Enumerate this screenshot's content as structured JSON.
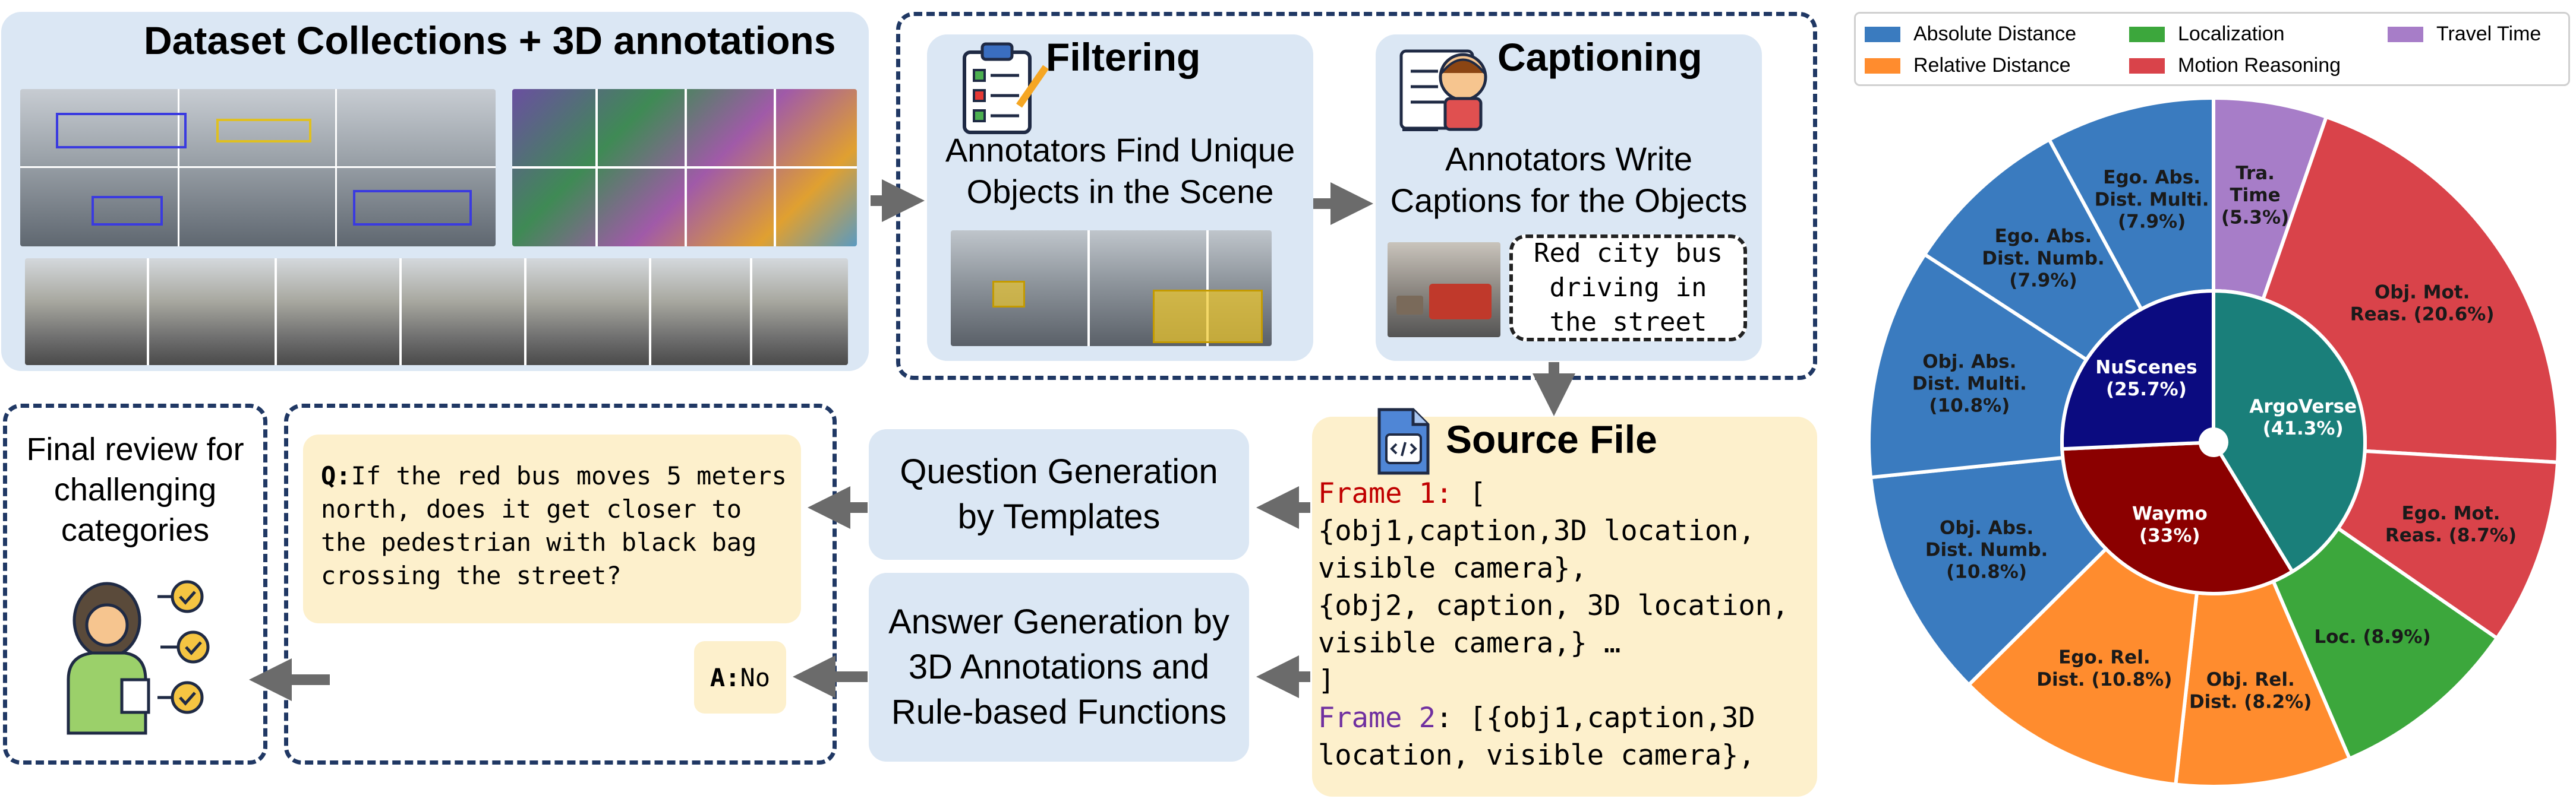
{
  "pipeline": {
    "dataset": {
      "title": "Dataset Collections + 3D annotations"
    },
    "filtering": {
      "title": "Filtering",
      "body": "Annotators Find Unique Objects in the Scene"
    },
    "captioning": {
      "title": "Captioning",
      "body": "Annotators Write Captions for the Objects",
      "caption_box": "Red city bus driving in the street"
    },
    "source_file": {
      "title": "Source File",
      "frame1_label": "Frame 1:",
      "frame1_open": " [",
      "lines": [
        "{obj1,caption,3D location,",
        "visible camera},",
        "{obj2, caption, 3D location,",
        "visible camera,} …",
        "]"
      ],
      "frame2_label": "Frame 2",
      "frame2_rest": ": [{obj1,caption,3D",
      "last_line": "location, visible camera},"
    },
    "question_generation": {
      "label": "Question Generation by Templates"
    },
    "answer_generation": {
      "label": "Answer Generation by 3D Annotations and Rule-based Functions"
    },
    "qa": {
      "q_prefix": "Q:",
      "q_text": "If the red bus moves 5 meters north, does it get closer to the pedestrian with black bag crossing the street?",
      "a_prefix": "A:",
      "a_text": "No"
    },
    "final_review": {
      "label": "Final review for challenging categories"
    }
  },
  "icons": [
    "clipboard-checklist-icon",
    "annotator-caption-icon",
    "source-file-icon",
    "reviewer-person-icon"
  ],
  "chart_data": {
    "type": "pie",
    "legend_position": "top",
    "legend": [
      {
        "label": "Absolute Distance",
        "color": "#3a7bbf"
      },
      {
        "label": "Localization",
        "color": "#3ca73c"
      },
      {
        "label": "Travel Time",
        "color": "#a77dc8"
      },
      {
        "label": "Relative Distance",
        "color": "#ff8c2e"
      },
      {
        "label": "Motion Reasoning",
        "color": "#d9434a"
      }
    ],
    "inner_ring": [
      {
        "label": "ArgoVerse",
        "pct": "(41.3%)",
        "value": 41.3,
        "color": "#1a7f7a"
      },
      {
        "label": "Waymo",
        "pct": "(33%)",
        "value": 33.0,
        "color": "#8b0000"
      },
      {
        "label": "NuScenes",
        "pct": "(25.7%)",
        "value": 25.7,
        "color": "#0b0b80"
      }
    ],
    "outer_ring": [
      {
        "lines": [
          "Tra.",
          "Time",
          "(5.3%)"
        ],
        "value": 5.3,
        "color": "#a77dc8"
      },
      {
        "lines": [
          "Obj. Mot.",
          "Reas. (20.6%)"
        ],
        "value": 20.6,
        "color": "#d9434a"
      },
      {
        "lines": [
          "Ego. Mot.",
          "Reas. (8.7%)"
        ],
        "value": 8.7,
        "color": "#d9434a"
      },
      {
        "lines": [
          "Loc. (8.9%)"
        ],
        "value": 8.9,
        "color": "#3ca73c"
      },
      {
        "lines": [
          "Obj. Rel.",
          "Dist. (8.2%)"
        ],
        "value": 8.2,
        "color": "#ff8c2e"
      },
      {
        "lines": [
          "Ego. Rel.",
          "Dist. (10.8%)"
        ],
        "value": 10.8,
        "color": "#ff8c2e"
      },
      {
        "lines": [
          "Obj. Abs.",
          "Dist. Numb.",
          "(10.8%)"
        ],
        "value": 10.8,
        "color": "#3a7bbf"
      },
      {
        "lines": [
          "Obj. Abs.",
          "Dist. Multi.",
          "(10.8%)"
        ],
        "value": 10.8,
        "color": "#3a7bbf"
      },
      {
        "lines": [
          "Ego. Abs.",
          "Dist. Numb.",
          "(7.9%)"
        ],
        "value": 7.9,
        "color": "#3a7bbf"
      },
      {
        "lines": [
          "Ego. Abs.",
          "Dist. Multi.",
          "(7.9%)"
        ],
        "value": 7.9,
        "color": "#3a7bbf"
      }
    ]
  }
}
